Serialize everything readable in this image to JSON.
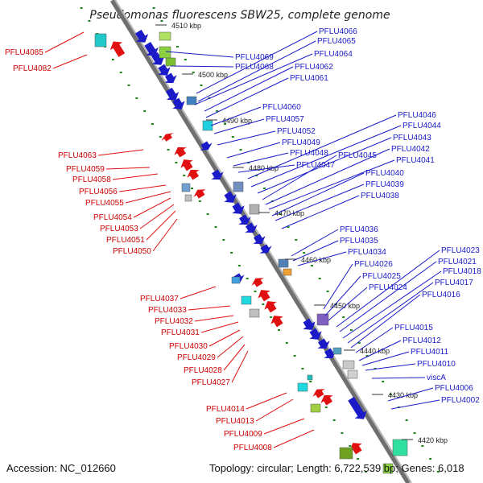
{
  "title": "Pseudomonas fluorescens SBW25, complete genome",
  "footer": {
    "accession": "Accession: NC_012660",
    "topology": "Topology: circular; Length: 6,722,539 bp; Genes: 6,018"
  },
  "colors": {
    "plus_strand": "#1a1ac8",
    "minus_strand": "#e01010",
    "backbone": "#999999",
    "dots": "#1a8a1a"
  },
  "ticks": [
    "4510 kbp",
    "4500 kbp",
    "4490 kbp",
    "4480 kbp",
    "4470 kbp",
    "4460 kbp",
    "4450 kbp",
    "4440 kbp",
    "4430 kbp",
    "4420 kbp"
  ],
  "left_labels": [
    "PFLU4085",
    "PFLU4082",
    "PFLU4063",
    "PFLU4059",
    "PFLU4058",
    "PFLU4056",
    "PFLU4055",
    "PFLU4054",
    "PFLU4053",
    "PFLU4051",
    "PFLU4050",
    "PFLU4037",
    "PFLU4033",
    "PFLU4032",
    "PFLU4031",
    "PFLU4030",
    "PFLU4029",
    "PFLU4028",
    "PFLU4027",
    "PFLU4014",
    "PFLU4013",
    "PFLU4009",
    "PFLU4008"
  ],
  "right_labels": [
    "PFLU4066",
    "PFLU4065",
    "PFLU4069",
    "PFLU4064",
    "PFLU4068",
    "PFLU4062",
    "PFLU4061",
    "PFLU4060",
    "PFLU4057",
    "PFLU4052",
    "PFLU4049",
    "PFLU4048",
    "PFLU4047",
    "PFLU4046",
    "PFLU4044",
    "PFLU4043",
    "PFLU4045",
    "PFLU4042",
    "PFLU4041",
    "PFLU4040",
    "PFLU4039",
    "PFLU4038",
    "PFLU4036",
    "PFLU4035",
    "PFLU4034",
    "PFLU4026",
    "PFLU4025",
    "PFLU4024",
    "PFLU4023",
    "PFLU4021",
    "PFLU4018",
    "PFLU4017",
    "PFLU4016",
    "PFLU4015",
    "PFLU4012",
    "PFLU4011",
    "PFLU4010",
    "viscA",
    "PFLU4006",
    "PFLU4002"
  ]
}
